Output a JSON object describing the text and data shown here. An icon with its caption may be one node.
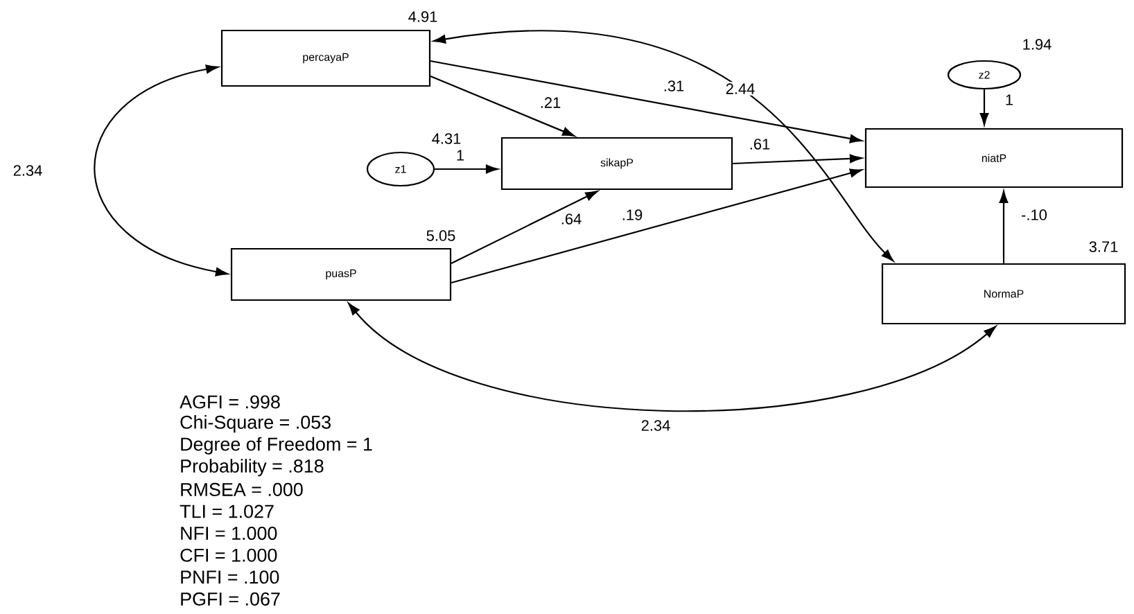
{
  "diagram": {
    "nodes": [
      {
        "text": [
          "percayaP"
        ],
        "beside": [
          "4.91"
        ]
      },
      {
        "text": [
          "z1"
        ],
        "beside": [
          "4.31"
        ]
      },
      {
        "text": [
          "sikapP"
        ]
      },
      {
        "text": [
          "niatP"
        ]
      },
      {
        "text": [
          "puasP"
        ],
        "beside": [
          "5.05"
        ]
      },
      {
        "text": [
          "NormaP"
        ],
        "beside": [
          "3.71"
        ]
      },
      {
        "text": [
          "z2"
        ],
        "beside": [
          "1.94"
        ]
      }
    ],
    "edges": [
      {
        "from": 0,
        "to": 4,
        "arrow": "both",
        "label": "2.34"
      },
      {
        "from": 0,
        "to": 2,
        "arrow": "to",
        "label": ".21"
      },
      {
        "from": 0,
        "to": 3,
        "arrow": "to",
        "label": ".31"
      },
      {
        "from": 1,
        "to": 2,
        "arrow": "to",
        "label": "1"
      },
      {
        "from": 2,
        "to": 3,
        "arrow": "to",
        "label": ".61"
      },
      {
        "from": 4,
        "to": 2,
        "arrow": "to",
        "label": ".64"
      },
      {
        "from": 4,
        "to": 3,
        "arrow": "to",
        "label": ".19"
      },
      {
        "from": 6,
        "to": 3,
        "arrow": "to",
        "label": "1"
      },
      {
        "from": 5,
        "to": 3,
        "arrow": "to",
        "label": "-.10"
      },
      {
        "from": 0,
        "to": 5,
        "arrow": "both",
        "label": "2.44"
      },
      {
        "from": 4,
        "to": 5,
        "arrow": "both",
        "label": "2.34"
      }
    ],
    "labels": [
      "AGFI = .998",
      "Chi-Square = .053",
      "Degree of Freedom = 1",
      "Probability = .818",
      "RMSEA = .000",
      "TLI = 1.027",
      "NFI = 1.000",
      "CFI = 1.000",
      "PNFI = .100",
      "PGFI = .067"
    ]
  }
}
